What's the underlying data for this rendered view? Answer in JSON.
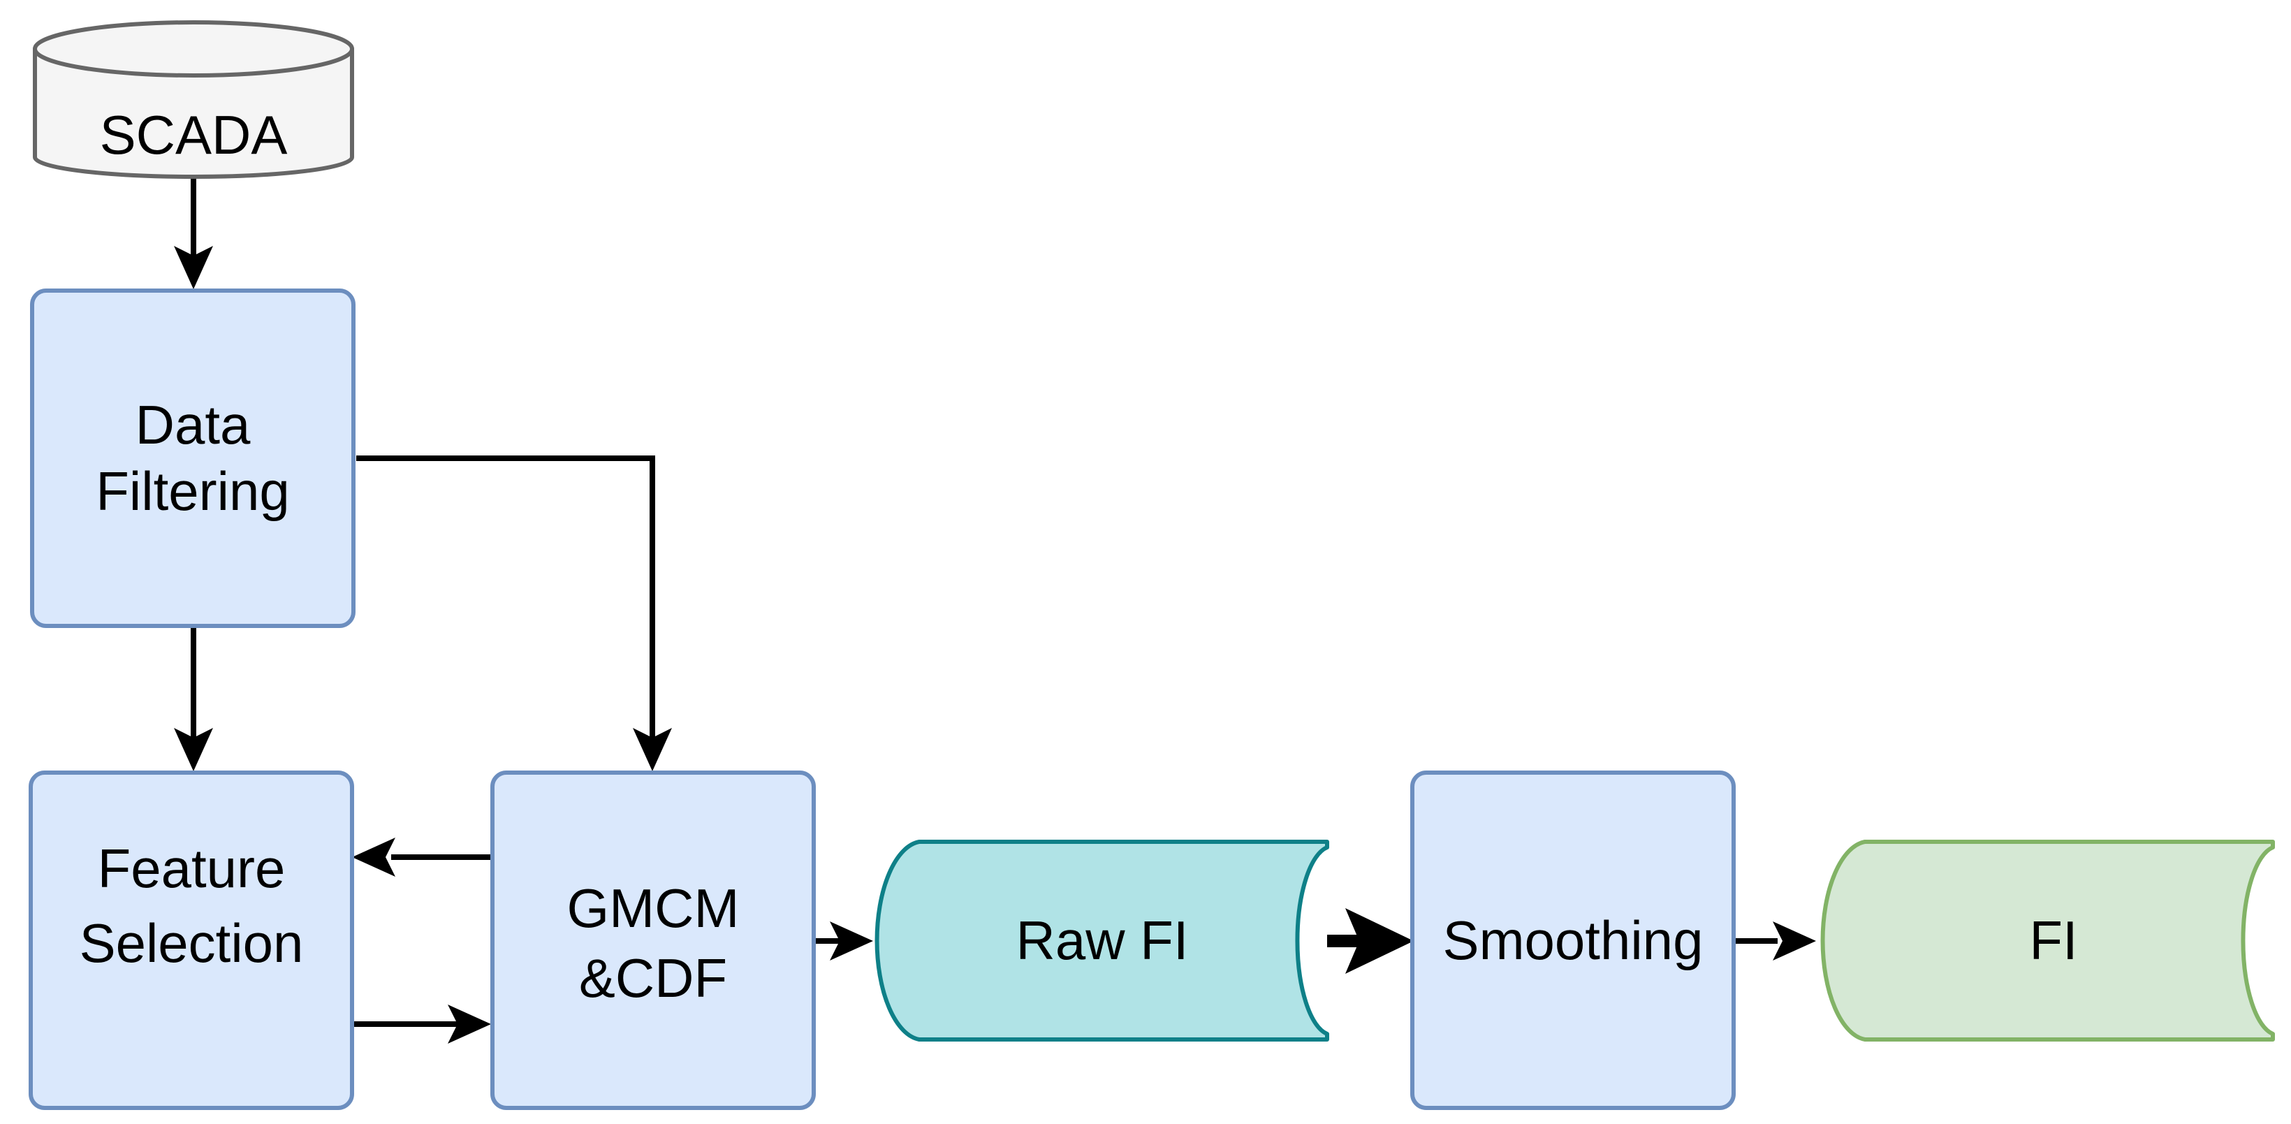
{
  "nodes": {
    "scada": {
      "label": "SCADA"
    },
    "data_filtering": {
      "line1": "Data",
      "line2": "Filtering"
    },
    "feature_selection": {
      "line1": "Feature",
      "line2": "Selection"
    },
    "gmcm_cdf": {
      "line1": "GMCM",
      "line2": "&CDF"
    },
    "raw_fi": {
      "label": "Raw FI"
    },
    "smoothing": {
      "label": "Smoothing"
    },
    "fi": {
      "label": "FI"
    }
  },
  "colors": {
    "process_fill": "#dae8fc",
    "process_stroke": "#6c8ebf",
    "db_fill": "#f5f5f5",
    "db_stroke": "#666666",
    "raw_fi_fill": "#b0e3e6",
    "raw_fi_stroke": "#0e8088",
    "fi_fill": "#d5e8d4",
    "fi_stroke": "#82b366",
    "edge": "#000000"
  }
}
